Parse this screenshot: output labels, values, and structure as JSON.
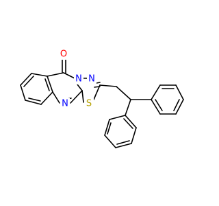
{
  "molecule": {
    "atoms": {
      "carbonyl_oxygen": {
        "symbol": "O",
        "color": "#ff0000"
      },
      "ring_nitrogen_fused": {
        "symbol": "N",
        "color": "#0000ff"
      },
      "ring_nitrogen_thiadiazole": {
        "symbol": "N",
        "color": "#0000ff"
      },
      "ring_nitrogen_pyrimidine": {
        "symbol": "N",
        "color": "#0000ff"
      },
      "ring_sulfur": {
        "symbol": "S",
        "color": "#b5a100"
      }
    },
    "colors": {
      "bond": "#000000",
      "background": "#ffffff"
    }
  }
}
